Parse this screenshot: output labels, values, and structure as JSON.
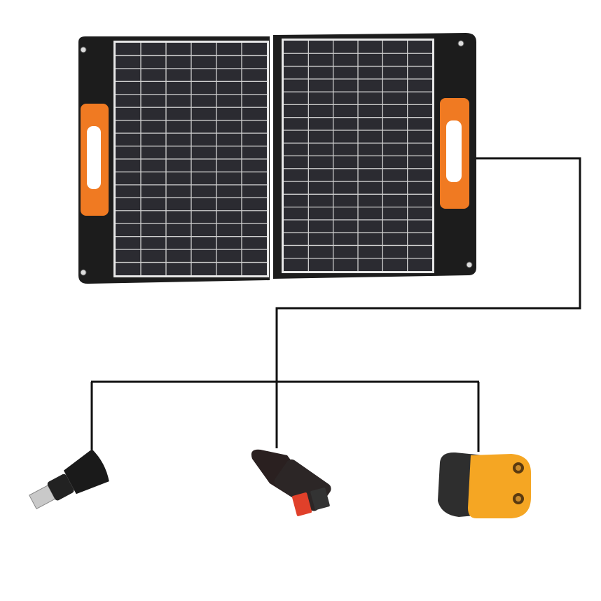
{
  "colors": {
    "background": "#ffffff",
    "panel_frame": "#1c1c1c",
    "solar_cell": "#2a2a30",
    "cell_grid": "#d8d8d8",
    "handle": "#f07a22",
    "wire": "#111111",
    "anderson_red": "#e0402a",
    "xt60_yellow": "#f5a623"
  },
  "components": [
    {
      "kind": "solar-panel",
      "icon": "foldable-solar-panel"
    },
    {
      "kind": "connector",
      "icon": "dc-barrel-plug"
    },
    {
      "kind": "connector",
      "icon": "anderson-plug"
    },
    {
      "kind": "connector",
      "icon": "xt60-connector"
    }
  ]
}
